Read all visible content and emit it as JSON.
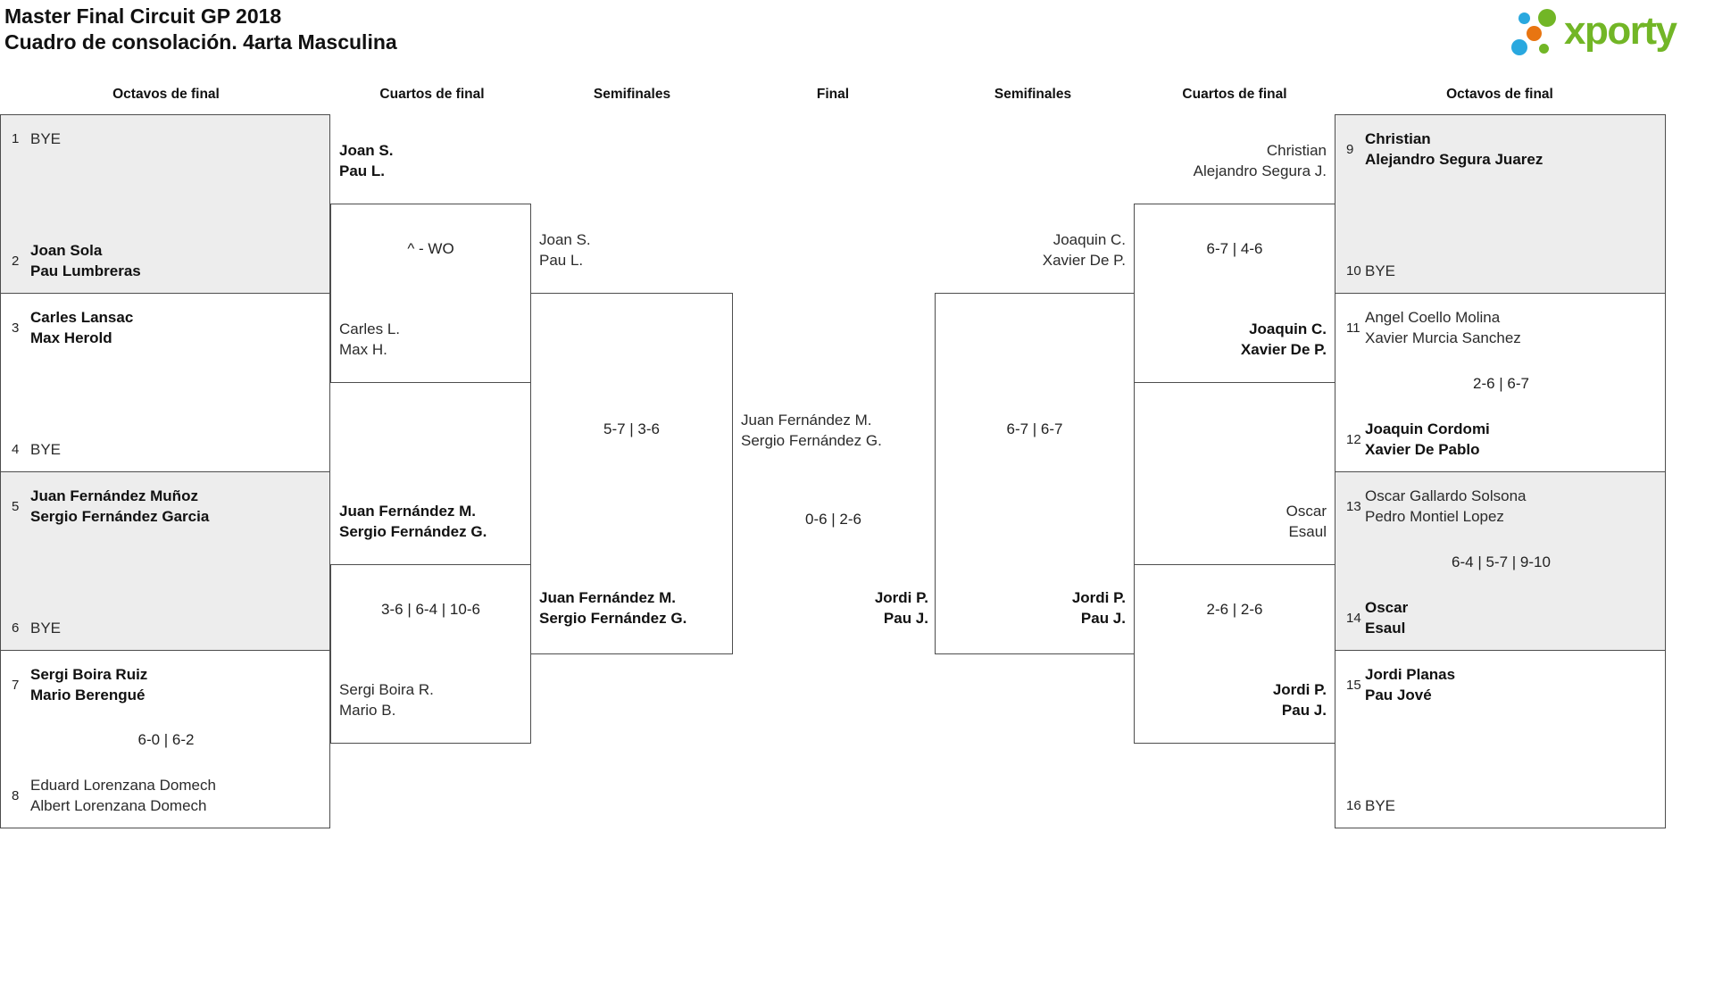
{
  "header": {
    "title_line1": "Master Final Circuit GP 2018",
    "title_line2": "Cuadro de consolación. 4arta Masculina",
    "logo_text": "xporty"
  },
  "colors": {
    "logo_green": "#72b626",
    "logo_blue": "#29a8df",
    "logo_orange": "#e87511",
    "box_shade": "#ededed",
    "line": "#4d4d4d"
  },
  "round_headers": [
    "Octavos de final",
    "Cuartos de final",
    "Semifinales",
    "Final",
    "Semifinales",
    "Cuartos de final",
    "Octavos de final"
  ],
  "octavos": [
    {
      "seed_top": "1",
      "top": [
        "BYE"
      ],
      "score": "",
      "seed_bottom": "2",
      "bottom": [
        "Joan Sola",
        "Pau Lumbreras"
      ]
    },
    {
      "seed_top": "3",
      "top": [
        "Carles Lansac",
        "Max Herold"
      ],
      "score": "",
      "seed_bottom": "4",
      "bottom": [
        "BYE"
      ]
    },
    {
      "seed_top": "5",
      "top": [
        "Juan Fernández Muñoz",
        "Sergio Fernández Garcia"
      ],
      "score": "",
      "seed_bottom": "6",
      "bottom": [
        "BYE"
      ]
    },
    {
      "seed_top": "7",
      "top": [
        "Sergi Boira Ruiz",
        "Mario Berengué"
      ],
      "score": "6-0 | 6-2",
      "seed_bottom": "8",
      "bottom": [
        "Eduard Lorenzana Domech",
        "Albert Lorenzana Domech"
      ]
    },
    {
      "seed_top": "9",
      "top": [
        "Christian",
        "Alejandro Segura Juarez"
      ],
      "score": "",
      "seed_bottom": "10",
      "bottom": [
        "BYE"
      ]
    },
    {
      "seed_top": "11",
      "top": [
        "Angel Coello Molina",
        "Xavier Murcia Sanchez"
      ],
      "score": "2-6 | 6-7",
      "seed_bottom": "12",
      "bottom": [
        "Joaquin Cordomi",
        "Xavier De Pablo"
      ]
    },
    {
      "seed_top": "13",
      "top": [
        "Oscar Gallardo Solsona",
        "Pedro Montiel Lopez"
      ],
      "score": "6-4 | 5-7 | 9-10",
      "seed_bottom": "14",
      "bottom": [
        "Oscar",
        "Esaul"
      ]
    },
    {
      "seed_top": "15",
      "top": [
        "Jordi Planas",
        "Pau Jové"
      ],
      "score": "",
      "seed_bottom": "16",
      "bottom": [
        "BYE"
      ]
    }
  ],
  "rounds": {
    "qf_left_top": {
      "team1": [
        "Joan S.",
        "Pau L."
      ],
      "score": "^ - WO",
      "team2": [
        "Carles L.",
        "Max H."
      ]
    },
    "qf_left_bottom": {
      "team1": [
        "Juan Fernández M.",
        "Sergio Fernández G."
      ],
      "score": "3-6 | 6-4 | 10-6",
      "team2": [
        "Sergi Boira R.",
        "Mario B."
      ]
    },
    "sf_left": {
      "team1": [
        "Joan S.",
        "Pau L."
      ],
      "score": "5-7 | 3-6",
      "team2": [
        "Juan Fernández M.",
        "Sergio Fernández G."
      ]
    },
    "final": {
      "team1": [
        "Juan Fernández M.",
        "Sergio Fernández G."
      ],
      "score": "0-6 | 2-6",
      "team2": [
        "Jordi P.",
        "Pau J."
      ]
    },
    "sf_right": {
      "team1": [
        "Joaquin C.",
        "Xavier De P."
      ],
      "score": "6-7 | 6-7",
      "team2": [
        "Jordi P.",
        "Pau J."
      ]
    },
    "qf_right_top": {
      "team1": [
        "Christian",
        "Alejandro Segura J."
      ],
      "score": "6-7 | 4-6",
      "team2": [
        "Joaquin C.",
        "Xavier De P."
      ]
    },
    "qf_right_bottom": {
      "team1": [
        "Oscar",
        "Esaul"
      ],
      "score": "2-6 | 2-6",
      "team2": [
        "Jordi P.",
        "Pau J."
      ]
    }
  }
}
